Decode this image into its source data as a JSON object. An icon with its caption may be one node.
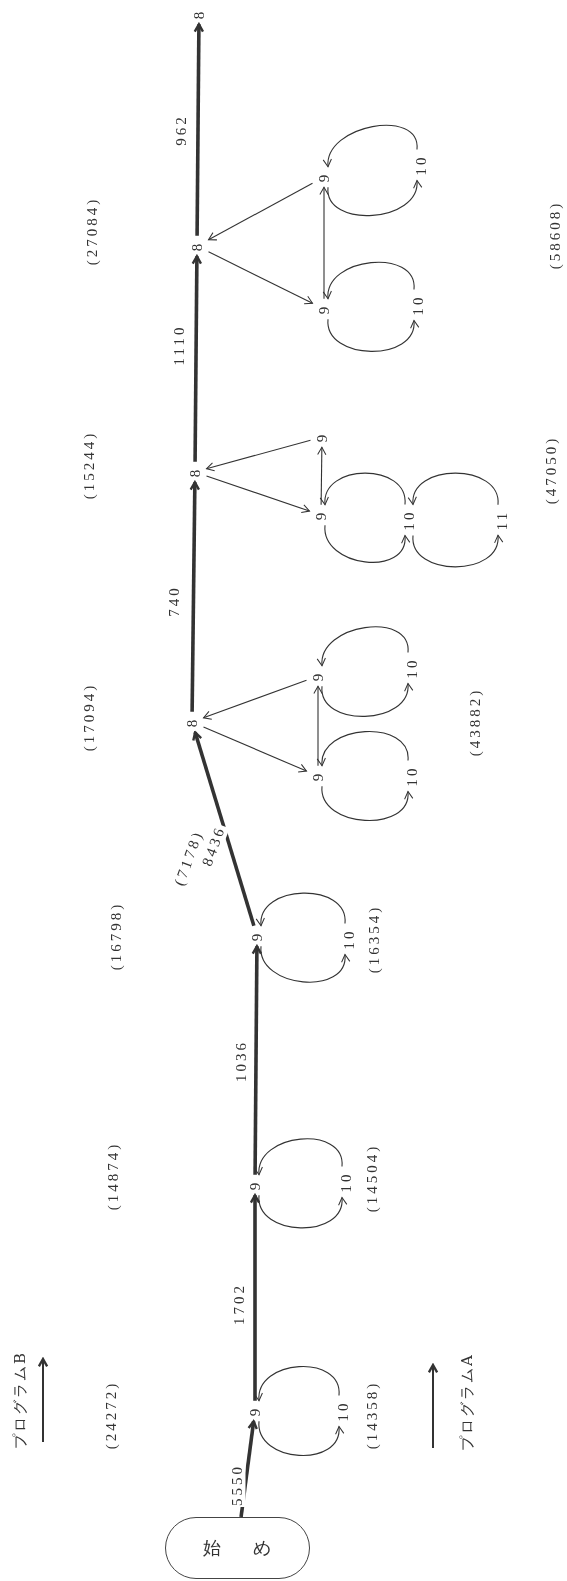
{
  "diagram": {
    "nodes": [
      {
        "text": [
          "始め"
        ]
      },
      {
        "text": [
          "9"
        ]
      },
      {
        "text": [
          "10"
        ]
      },
      {
        "text": [
          "9"
        ]
      },
      {
        "text": [
          "10"
        ]
      },
      {
        "text": [
          "9"
        ]
      },
      {
        "text": [
          "10"
        ]
      },
      {
        "text": [
          "8"
        ]
      },
      {
        "text": [
          "9"
        ]
      },
      {
        "text": [
          "9"
        ]
      },
      {
        "text": [
          "10"
        ]
      },
      {
        "text": [
          "10"
        ]
      },
      {
        "text": [
          "8"
        ]
      },
      {
        "text": [
          "9"
        ]
      },
      {
        "text": [
          "9"
        ]
      },
      {
        "text": [
          "10"
        ]
      },
      {
        "text": [
          "11"
        ]
      },
      {
        "text": [
          "8"
        ]
      },
      {
        "text": [
          "9"
        ]
      },
      {
        "text": [
          "9"
        ]
      },
      {
        "text": [
          "10"
        ]
      },
      {
        "text": [
          "10"
        ]
      },
      {
        "text": [
          "8"
        ]
      }
    ],
    "edges": [
      {
        "from": 0,
        "to": 1,
        "arrow": "to",
        "label": "5550",
        "style": "thick"
      },
      {
        "from": 1,
        "to": 2,
        "arrow": "to"
      },
      {
        "from": 2,
        "to": 1,
        "arrow": "to"
      },
      {
        "from": 1,
        "to": 3,
        "arrow": "to",
        "label": "1702",
        "style": "thick"
      },
      {
        "from": 3,
        "to": 4,
        "arrow": "to"
      },
      {
        "from": 4,
        "to": 3,
        "arrow": "to"
      },
      {
        "from": 3,
        "to": 5,
        "arrow": "to",
        "label": "1036",
        "style": "thick"
      },
      {
        "from": 5,
        "to": 6,
        "arrow": "to"
      },
      {
        "from": 6,
        "to": 5,
        "arrow": "to"
      },
      {
        "from": 5,
        "to": 7,
        "arrow": "to",
        "label": "8436",
        "style": "thick"
      },
      {
        "from": 7,
        "to": 8,
        "arrow": "to"
      },
      {
        "from": 9,
        "to": 7,
        "arrow": "to"
      },
      {
        "from": 8,
        "to": 9,
        "arrow": "to"
      },
      {
        "from": 8,
        "to": 10,
        "arrow": "to"
      },
      {
        "from": 10,
        "to": 8,
        "arrow": "to"
      },
      {
        "from": 9,
        "to": 11,
        "arrow": "to"
      },
      {
        "from": 11,
        "to": 9,
        "arrow": "to"
      },
      {
        "from": 7,
        "to": 12,
        "arrow": "to",
        "label": "740",
        "style": "thick"
      },
      {
        "from": 12,
        "to": 13,
        "arrow": "to"
      },
      {
        "from": 14,
        "to": 12,
        "arrow": "to"
      },
      {
        "from": 13,
        "to": 14,
        "arrow": "to"
      },
      {
        "from": 13,
        "to": 15,
        "arrow": "to"
      },
      {
        "from": 15,
        "to": 13,
        "arrow": "to"
      },
      {
        "from": 15,
        "to": 16,
        "arrow": "to"
      },
      {
        "from": 16,
        "to": 15,
        "arrow": "to"
      },
      {
        "from": 12,
        "to": 17,
        "arrow": "to",
        "label": "1110",
        "style": "thick"
      },
      {
        "from": 17,
        "to": 18,
        "arrow": "to"
      },
      {
        "from": 19,
        "to": 17,
        "arrow": "to"
      },
      {
        "from": 18,
        "to": 19,
        "arrow": "to"
      },
      {
        "from": 18,
        "to": 20,
        "arrow": "to"
      },
      {
        "from": 20,
        "to": 18,
        "arrow": "to"
      },
      {
        "from": 19,
        "to": 21,
        "arrow": "to"
      },
      {
        "from": 21,
        "to": 19,
        "arrow": "to"
      },
      {
        "from": 17,
        "to": 22,
        "arrow": "to",
        "label": "962",
        "style": "thick"
      }
    ],
    "labels": [
      "(24272)",
      "(14358)",
      "(14874)",
      "(14504)",
      "(16798)",
      "(16354)",
      "(7178)",
      "(17094)",
      "(43882)",
      "(15244)",
      "(47050)",
      "(27084)",
      "(58608)"
    ],
    "legend": [
      {
        "text": "プログラムB"
      },
      {
        "text": "プログラムA"
      }
    ]
  }
}
